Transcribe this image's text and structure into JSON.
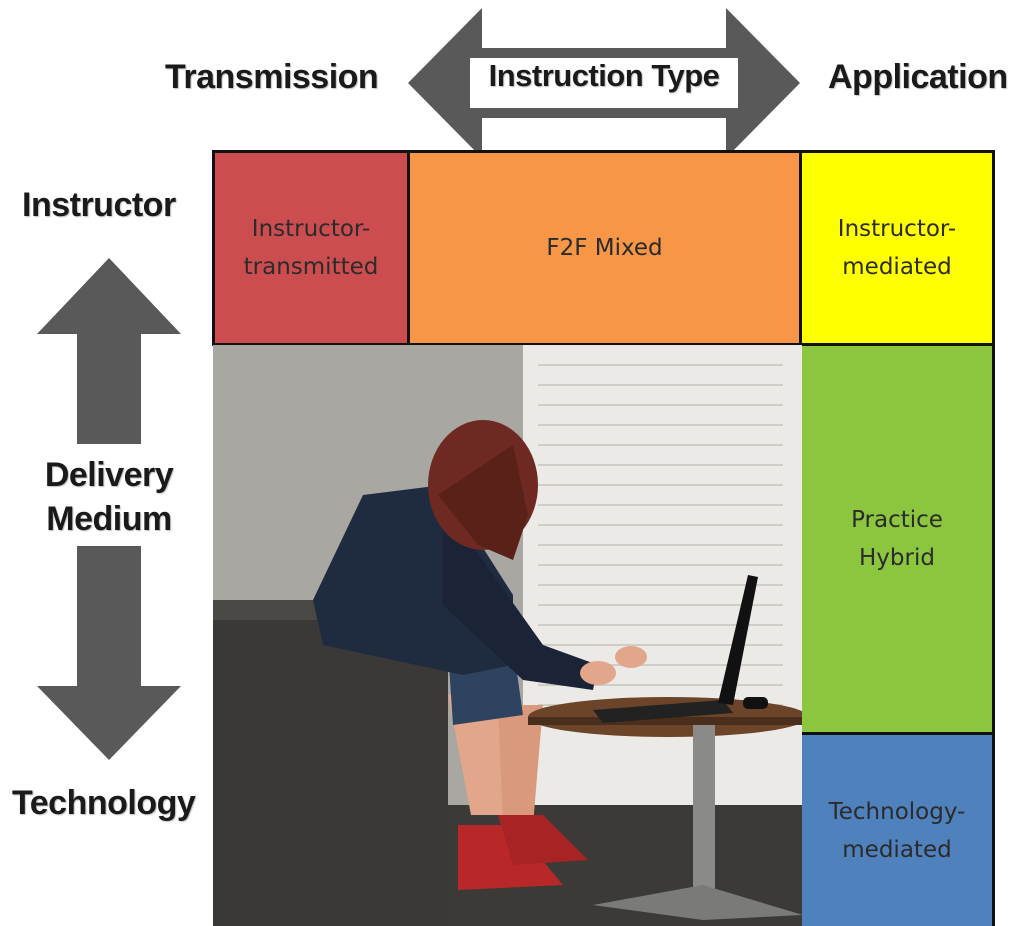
{
  "header": {
    "left_label": "Transmission",
    "center_label": "Instruction Type",
    "right_label": "Application"
  },
  "side": {
    "top_label": "Instructor",
    "middle_label_line1": "Delivery",
    "middle_label_line2": "Medium",
    "bottom_label": "Technology"
  },
  "cells": {
    "instructor_transmitted": "Instructor-\ntransmitted",
    "f2f_mixed": "F2F Mixed",
    "instructor_mediated": "Instructor-\nmediated",
    "practice_hybrid": "Practice\nHybrid",
    "technology_mediated": "Technology-\nmediated"
  },
  "colors": {
    "instructor_transmitted": "#cc4d4f",
    "f2f_mixed": "#f79646",
    "instructor_mediated": "#ffff00",
    "practice_hybrid": "#8cc63f",
    "technology_mediated": "#4f81bd",
    "arrow": "#595959"
  },
  "photo": {
    "description_icon": "student-at-laptop-photo"
  }
}
